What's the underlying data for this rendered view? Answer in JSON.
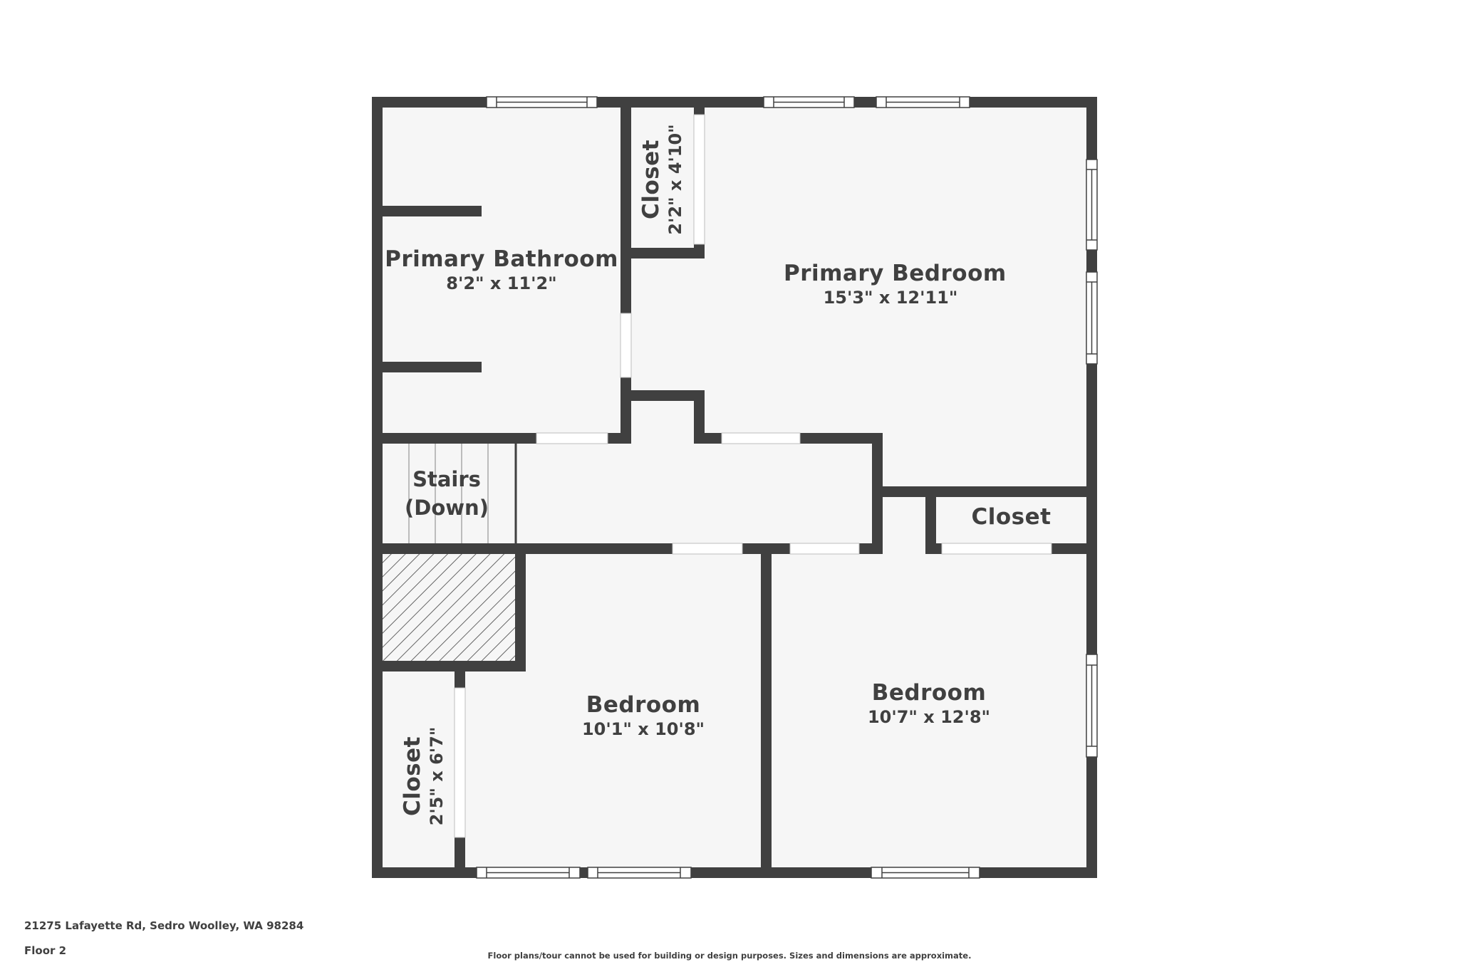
{
  "colors": {
    "wall": "#404040",
    "floor": "#f6f6f6",
    "opening": "#ffffff",
    "text": "#404040",
    "background": "#ffffff"
  },
  "rooms": {
    "primary_bathroom": {
      "name": "Primary Bathroom",
      "dims": "8'2\" x 11'2\""
    },
    "primary_closet": {
      "name": "Closet",
      "dims": "2'2\" x 4'10\""
    },
    "primary_bedroom": {
      "name": "Primary Bedroom",
      "dims": "15'3\" x 12'11\""
    },
    "stairs": {
      "name_line1": "Stairs",
      "name_line2": "(Down)"
    },
    "right_closet": {
      "name": "Closet"
    },
    "bedroom_left": {
      "name": "Bedroom",
      "dims": "10'1\" x 10'8\""
    },
    "bedroom_right": {
      "name": "Bedroom",
      "dims": "10'7\" x 12'8\""
    },
    "left_closet": {
      "name": "Closet",
      "dims": "2'5\" x 6'7\""
    }
  },
  "footer": {
    "address": "21275 Lafayette Rd, Sedro Woolley, WA 98284",
    "floor": "Floor 2",
    "disclaimer": "Floor plans/tour cannot be used for building or design purposes. Sizes and dimensions are approximate."
  }
}
